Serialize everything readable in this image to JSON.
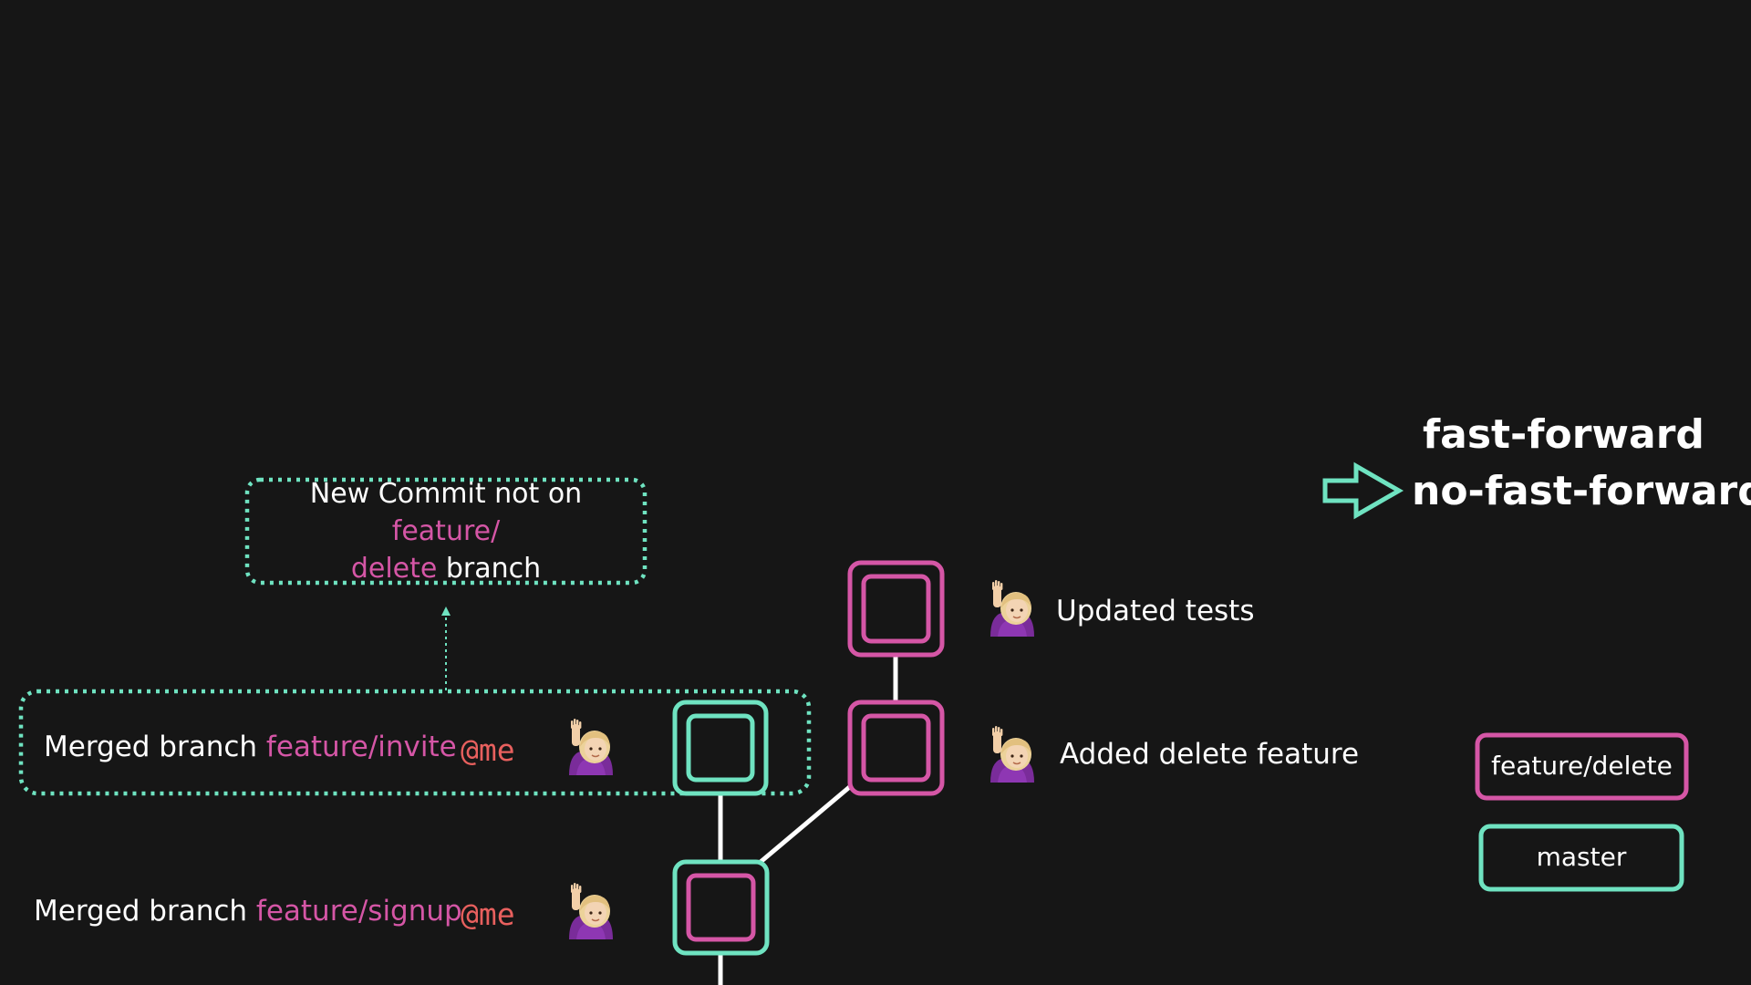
{
  "note": {
    "prefix": "New Commit not on",
    "branch_part1": "feature/",
    "branch_part2": "delete",
    "suffix": "branch"
  },
  "commits": {
    "merge_invite": {
      "prefix": "Merged branch",
      "branch": "feature/invite",
      "author": "@me"
    },
    "merge_signup": {
      "prefix": "Merged branch",
      "branch": "feature/signup",
      "author": "@me"
    },
    "added_delete": {
      "message": "Added delete feature"
    },
    "updated_tests": {
      "message": "Updated tests"
    }
  },
  "strategies": {
    "option1": "fast-forward",
    "option2": "no-fast-forward",
    "selected": "no-fast-forward"
  },
  "legend": {
    "feature_branch": "feature/delete",
    "master_branch": "master"
  },
  "colors": {
    "background": "#161616",
    "master": "#6fe3c1",
    "feature": "#d556a6",
    "author": "#e8605e",
    "text": "#ffffff"
  },
  "icons": {
    "author_avatar": "person-raising-hand-emoji",
    "selector": "right-arrow-outline-icon"
  }
}
